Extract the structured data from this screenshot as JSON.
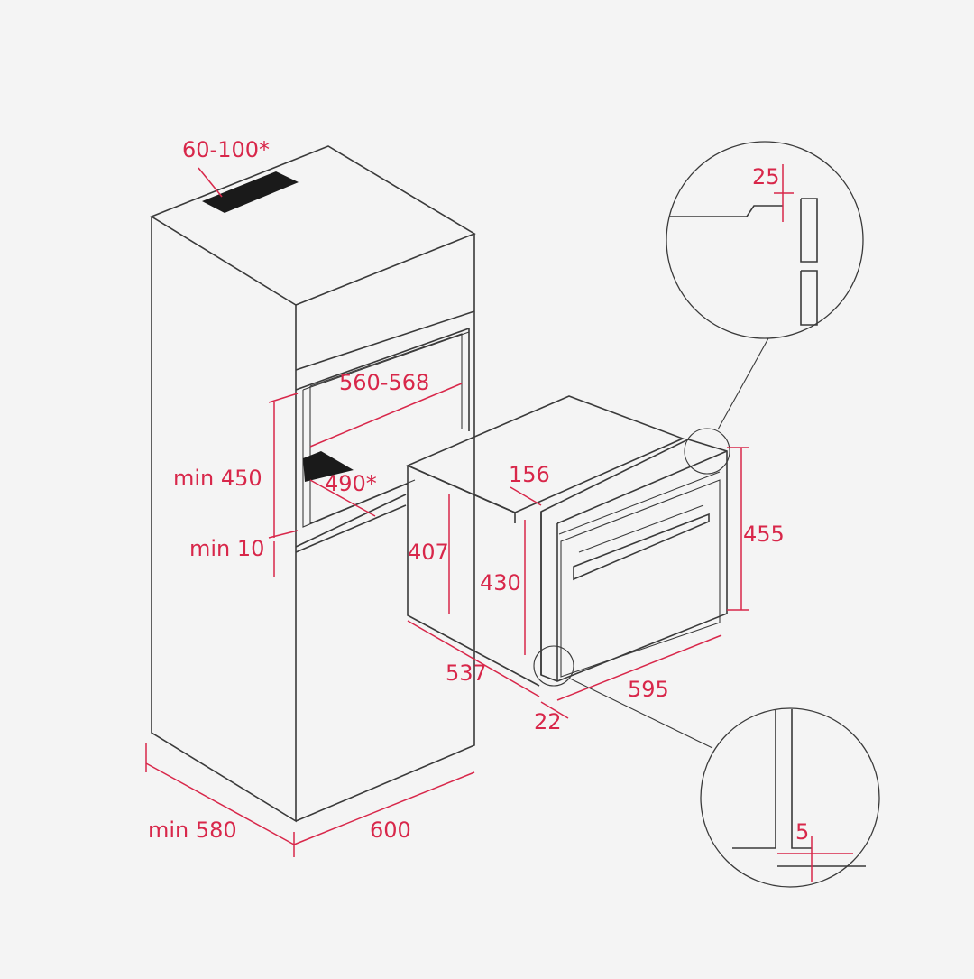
{
  "colors": {
    "dimension": "#d8274a",
    "line": "#3a3a3a",
    "background": "#f4f4f4",
    "vent": "#1a1a1a"
  },
  "dimensions": {
    "top_vent": "60-100*",
    "niche_width": "560-568",
    "niche_height": "min 450",
    "bottom_vent": "490*",
    "gap_below": "min 10",
    "cabinet_depth": "min 580",
    "cabinet_width": "600",
    "oven_top_step": "156",
    "oven_body_height": "407",
    "oven_height": "430",
    "oven_front_height": "455",
    "oven_depth": "537",
    "oven_width": "595",
    "front_offset": "22",
    "detail_top": "25",
    "detail_bottom": "5"
  }
}
